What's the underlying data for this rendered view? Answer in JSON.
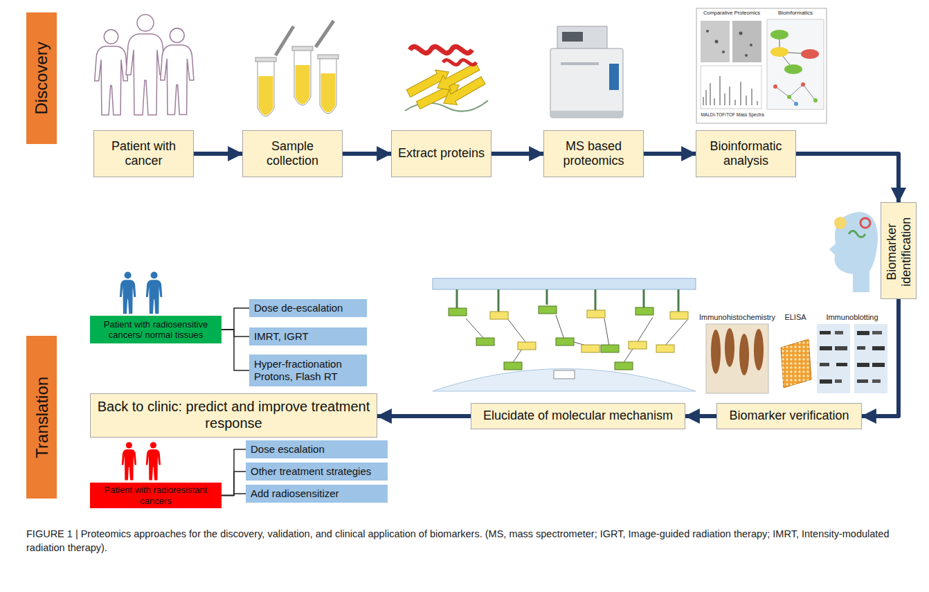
{
  "diagram": {
    "caption": "FIGURE 1 | Proteomics approaches for the discovery, validation, and clinical application of biomarkers. (MS, mass spectrometer; IGRT, Image-guided radiation therapy; IMRT, Intensity-modulated radiation therapy).",
    "nodes": [
      {
        "text": [
          "Discovery"
        ]
      },
      {
        "text": [
          "Patient with cancer"
        ]
      },
      {
        "text": [
          "Sample collection"
        ]
      },
      {
        "text": [
          "Extract proteins"
        ]
      },
      {
        "text": [
          "MS based proteomics"
        ]
      },
      {
        "text": [
          "Bioinformatic analysis"
        ]
      },
      {
        "text": [
          "Biomarker identification"
        ]
      },
      {
        "text": [
          "Biomarker verification"
        ]
      },
      {
        "text": [
          "Elucidate of molecular mechanism"
        ]
      },
      {
        "text": [
          "Back to clinic: predict and improve treatment response"
        ]
      },
      {
        "text": [
          "Translation"
        ]
      },
      {
        "text": [
          "Patient with radiosensitive cancers/ normal tissues"
        ]
      },
      {
        "text": [
          "Dose de-escalation"
        ]
      },
      {
        "text": [
          "IMRT, IGRT"
        ]
      },
      {
        "text": [
          "Hyper-fractionation Protons, Flash RT"
        ]
      },
      {
        "text": [
          "Patient with radioresistant cancers"
        ]
      },
      {
        "text": [
          "Dose escalation"
        ]
      },
      {
        "text": [
          "Other treatment strategies"
        ]
      },
      {
        "text": [
          "Add radiosensitizer"
        ]
      }
    ],
    "edges": [
      {
        "from": 1,
        "to": 2,
        "arrow": "to"
      },
      {
        "from": 2,
        "to": 3,
        "arrow": "to"
      },
      {
        "from": 3,
        "to": 4,
        "arrow": "to"
      },
      {
        "from": 4,
        "to": 5,
        "arrow": "to"
      },
      {
        "from": 5,
        "to": 6,
        "arrow": "to"
      },
      {
        "from": 6,
        "to": 7,
        "arrow": "to"
      },
      {
        "from": 7,
        "to": 8,
        "arrow": "to"
      },
      {
        "from": 8,
        "to": 9,
        "arrow": "to"
      },
      {
        "from": 11,
        "to": 12,
        "arrow": "none"
      },
      {
        "from": 11,
        "to": 13,
        "arrow": "none"
      },
      {
        "from": 11,
        "to": 14,
        "arrow": "none"
      },
      {
        "from": 15,
        "to": 16,
        "arrow": "none"
      },
      {
        "from": 15,
        "to": 17,
        "arrow": "none"
      },
      {
        "from": 15,
        "to": 18,
        "arrow": "none"
      }
    ],
    "labels": [
      "Comparative Proteomics",
      "Bioinformatics",
      "MALDI-TOF/TOF Mass Spectra",
      "Immunohistochemistry",
      "ELISA",
      "Immunoblotting"
    ]
  }
}
